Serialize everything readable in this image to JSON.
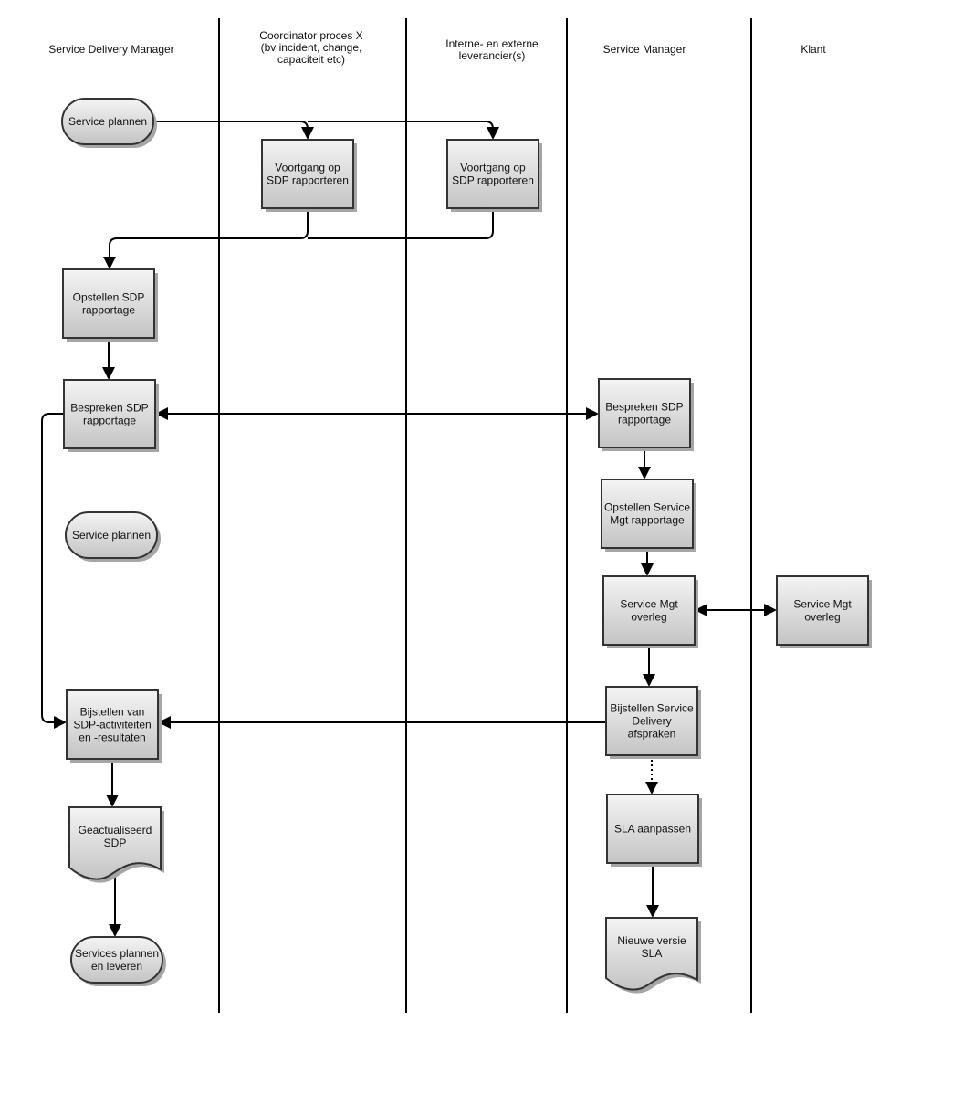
{
  "diagram": {
    "type": "swimlane-flowchart",
    "lanes": [
      {
        "id": "sdm",
        "title": [
          "Service Delivery Manager"
        ]
      },
      {
        "id": "coord",
        "title": [
          "Coordinator proces X",
          "(bv incident, change,",
          "capaciteit etc)"
        ]
      },
      {
        "id": "lev",
        "title": [
          "Interne- en externe",
          "leverancier(s)"
        ]
      },
      {
        "id": "sm",
        "title": [
          "Service Manager"
        ]
      },
      {
        "id": "klant",
        "title": [
          "Klant"
        ]
      }
    ],
    "nodes": [
      {
        "id": "n1",
        "lane": "sdm",
        "shape": "terminator",
        "lines": [
          "Service plannen"
        ]
      },
      {
        "id": "n2",
        "lane": "coord",
        "shape": "process",
        "lines": [
          "Voortgang op",
          "SDP rapporteren"
        ]
      },
      {
        "id": "n3",
        "lane": "lev",
        "shape": "process",
        "lines": [
          "Voortgang op",
          "SDP rapporteren"
        ]
      },
      {
        "id": "n4",
        "lane": "sdm",
        "shape": "process",
        "lines": [
          "Opstellen SDP",
          "rapportage"
        ]
      },
      {
        "id": "n5",
        "lane": "sdm",
        "shape": "process",
        "lines": [
          "Bespreken SDP",
          "rapportage"
        ]
      },
      {
        "id": "n6",
        "lane": "sm",
        "shape": "process",
        "lines": [
          "Bespreken SDP",
          "rapportage"
        ]
      },
      {
        "id": "n7",
        "lane": "sm",
        "shape": "process",
        "lines": [
          "Opstellen Service",
          "Mgt rapportage"
        ]
      },
      {
        "id": "n8",
        "lane": "sdm",
        "shape": "terminator",
        "lines": [
          "Service plannen"
        ]
      },
      {
        "id": "n9",
        "lane": "sm",
        "shape": "process",
        "lines": [
          "Service Mgt",
          "overleg"
        ]
      },
      {
        "id": "n10",
        "lane": "klant",
        "shape": "process",
        "lines": [
          "Service Mgt",
          "overleg"
        ]
      },
      {
        "id": "n11",
        "lane": "sdm",
        "shape": "process",
        "lines": [
          "Bijstellen van",
          "SDP-activiteiten",
          "en -resultaten"
        ]
      },
      {
        "id": "n12",
        "lane": "sm",
        "shape": "process",
        "lines": [
          "Bijstellen Service",
          "Delivery",
          "afspraken"
        ]
      },
      {
        "id": "n13",
        "lane": "sdm",
        "shape": "document",
        "lines": [
          "Geactualiseerd",
          "SDP"
        ]
      },
      {
        "id": "n14",
        "lane": "sm",
        "shape": "process",
        "lines": [
          "SLA aanpassen"
        ]
      },
      {
        "id": "n15",
        "lane": "sdm",
        "shape": "terminator",
        "lines": [
          "Services plannen",
          "en leveren"
        ]
      },
      {
        "id": "n16",
        "lane": "sm",
        "shape": "document",
        "lines": [
          "Nieuwe versie",
          "SLA"
        ]
      }
    ],
    "edges": [
      {
        "from": "n1",
        "to": "n2",
        "style": "solid"
      },
      {
        "from": "n1",
        "to": "n3",
        "style": "solid"
      },
      {
        "from": "n2",
        "to": "n4",
        "style": "solid"
      },
      {
        "from": "n3",
        "to": "n4",
        "style": "solid"
      },
      {
        "from": "n4",
        "to": "n5",
        "style": "solid"
      },
      {
        "from": "n5",
        "to": "n6",
        "style": "solid",
        "bidirectional": true
      },
      {
        "from": "n6",
        "to": "n7",
        "style": "solid"
      },
      {
        "from": "n7",
        "to": "n9",
        "style": "solid"
      },
      {
        "from": "n9",
        "to": "n10",
        "style": "solid",
        "bidirectional": true
      },
      {
        "from": "n9",
        "to": "n12",
        "style": "solid"
      },
      {
        "from": "n5",
        "to": "n11",
        "style": "solid"
      },
      {
        "from": "n12",
        "to": "n11",
        "style": "solid"
      },
      {
        "from": "n12",
        "to": "n14",
        "style": "dotted"
      },
      {
        "from": "n11",
        "to": "n13",
        "style": "solid"
      },
      {
        "from": "n14",
        "to": "n16",
        "style": "solid"
      },
      {
        "from": "n13",
        "to": "n15",
        "style": "solid"
      }
    ],
    "colors": {
      "fill_top": "#f4f4f4",
      "fill_bottom": "#c4c4c4",
      "stroke": "#333333",
      "shadow": "#a6a6a6",
      "line": "#000000"
    }
  }
}
